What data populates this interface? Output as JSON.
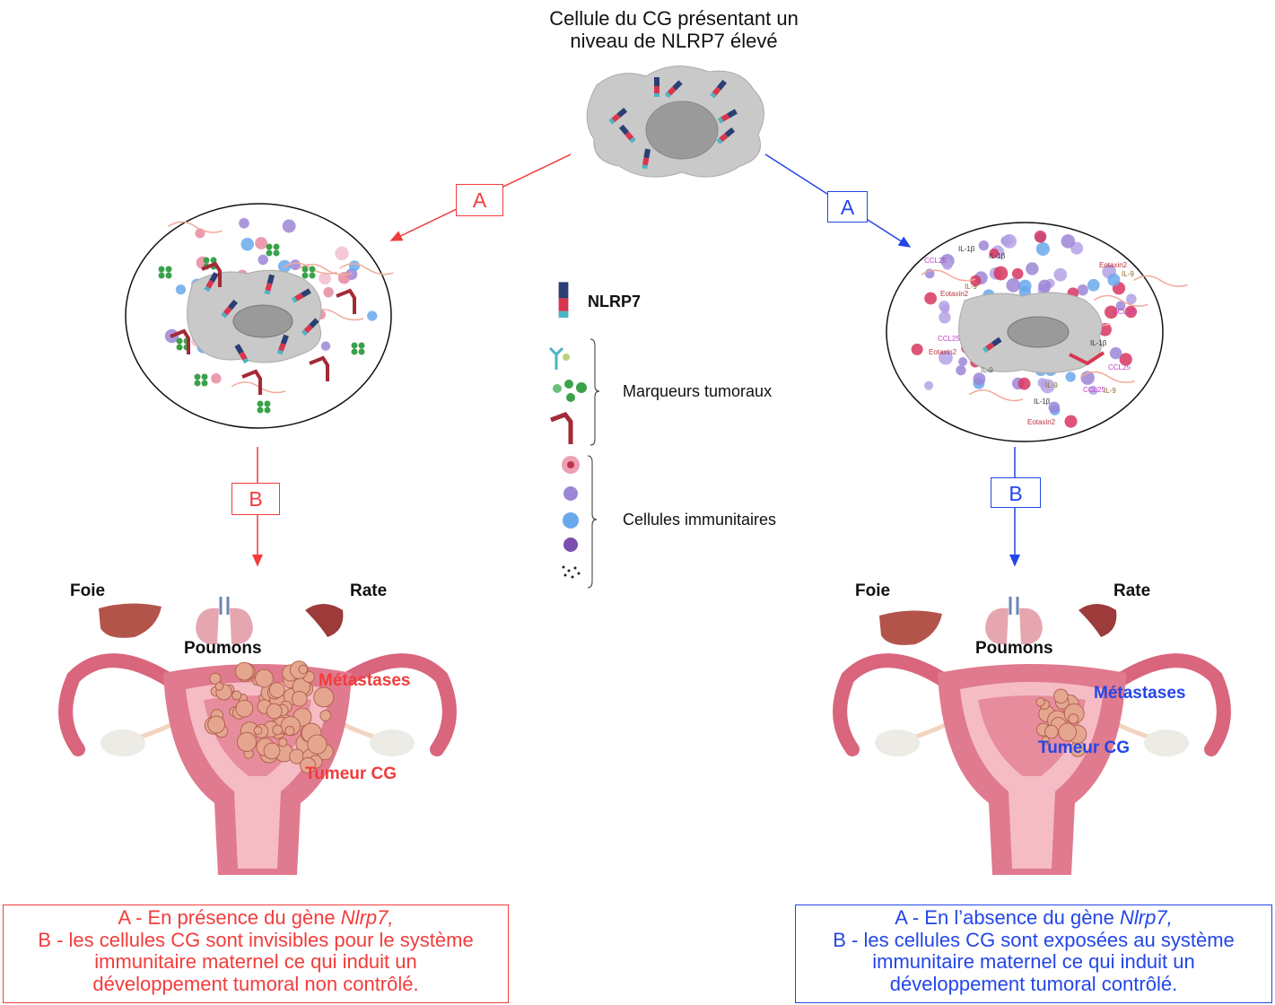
{
  "title": {
    "line1": "Cellule du CG présentant un",
    "line2": "niveau de NLRP7 élevé"
  },
  "colors": {
    "left_pathway": "#f23c3c",
    "right_pathway": "#2346e8",
    "cell": "#c9c9c9",
    "nucleus": "#9a9a9a"
  },
  "steps": {
    "left_a": "A",
    "left_b": "B",
    "right_a": "A",
    "right_b": "B"
  },
  "legend": {
    "nlrp7": "NLRP7",
    "tumor_markers": "Marqueurs tumoraux",
    "immune_cells": "Cellules immunitaires"
  },
  "left_panel": {
    "liver": "Foie",
    "spleen": "Rate",
    "lungs": "Poumons",
    "metastases": "Métastases",
    "tumor": "Tumeur CG"
  },
  "right_panel": {
    "liver": "Foie",
    "spleen": "Rate",
    "lungs": "Poumons",
    "metastases": "Métastases",
    "tumor": "Tumeur CG"
  },
  "cytokines": [
    "CCL25",
    "IL-1β",
    "IL-9",
    "Eotaxin2"
  ],
  "captions": {
    "left": {
      "line1_prefix": "A - En présence du gène ",
      "line1_gene": "Nlrp7,",
      "line2": "B - les cellules CG sont invisibles pour le système",
      "line3": "immunitaire maternel ce qui induit un",
      "line4": "développement tumoral non contrôlé."
    },
    "right": {
      "line1_prefix": "A - En l’absence du gène ",
      "line1_gene": "Nlrp7,",
      "line2": "B - les cellules CG sont exposées au système",
      "line3": "immunitaire maternel ce qui induit un",
      "line4": "développement tumoral contrôlé."
    }
  }
}
